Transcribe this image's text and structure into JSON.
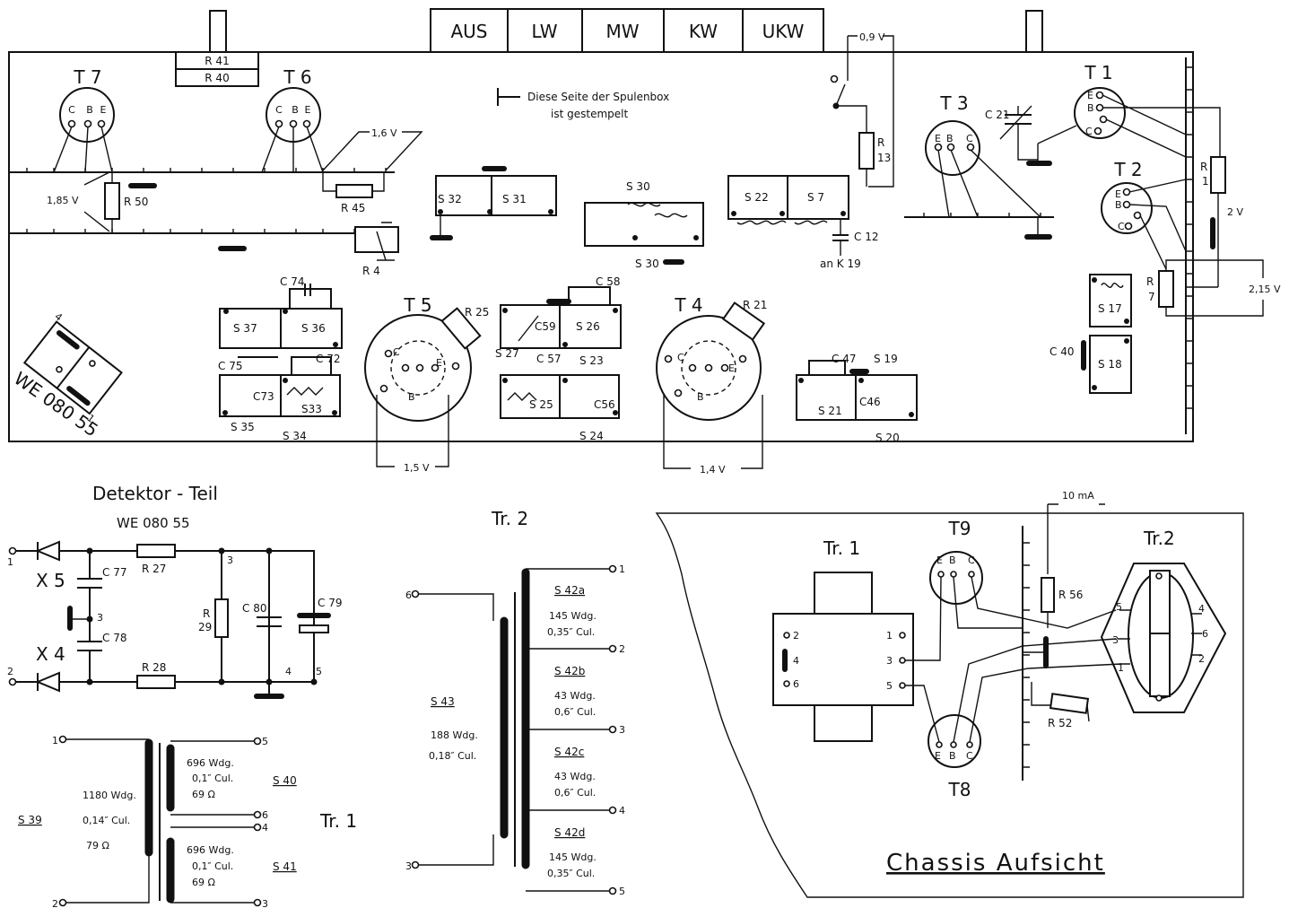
{
  "switch_tabs": [
    "AUS",
    "LW",
    "MW",
    "KW",
    "UKW"
  ],
  "top_resistors": [
    "R 41",
    "R 40"
  ],
  "stamp_note": [
    "Diese Seite der Spulenbox",
    "ist gestempelt"
  ],
  "module_id": "WE 080 55",
  "transistors": [
    "T 7",
    "T 6",
    "T 5",
    "T 4",
    "T 3",
    "T 1",
    "T 2",
    "T9",
    "T8"
  ],
  "pin_letters": {
    "c": "C",
    "b": "B",
    "e": "E"
  },
  "voltages": [
    "0,9 V",
    "1,6 V",
    "1,85 V",
    "2 V",
    "2,15 V",
    "1,5 V",
    "1,4 V",
    "10 mA"
  ],
  "board_parts": {
    "r50": "R 50",
    "r45": "R 45",
    "r4": "R 4",
    "r13a": "R",
    "r13b": "13",
    "r1a": "R",
    "r1b": "1",
    "r7a": "R",
    "r7b": "7",
    "r25": "R 25",
    "r21": "R 21",
    "c21": "C 21",
    "c12": "C 12",
    "an_k19": "an  K 19",
    "c40": "C 40",
    "c74": "C 74",
    "c75": "C 75",
    "c72": "C 72",
    "c73": "C73",
    "c58": "C 58",
    "c59": "C59",
    "c57": "C 57",
    "c56": "C56",
    "c47": "C 47",
    "c46": "C46",
    "s32": "S 32",
    "s31": "S 31",
    "s30a": "S 30",
    "s30b": "S 30",
    "s22": "S 22",
    "s7": "S 7",
    "s37": "S 37",
    "s36": "S 36",
    "s33": "S33",
    "s35": "S 35",
    "s34": "S 34",
    "s27": "S 27",
    "s26": "S 26",
    "s25": "S 25",
    "s23": "S 23",
    "s24": "S 24",
    "s21": "S 21",
    "s19": "S 19",
    "s20": "S 20",
    "s17": "S 17",
    "s18": "S 18"
  },
  "detector": {
    "title": "Detektor - Teil",
    "module": "WE 080 55",
    "x5": "X 5",
    "x4": "X 4",
    "c77": "C 77",
    "c78": "C 78",
    "r27": "R 27",
    "r28": "R 28",
    "r29a": "R",
    "r29b": "29",
    "c80": "C 80",
    "c79": "C 79",
    "pins": [
      "1",
      "2",
      "3",
      "4",
      "4",
      "5"
    ]
  },
  "tr1": {
    "title": "Tr. 1",
    "primary": {
      "name": "S 39",
      "turns": "1180  Wdg.",
      "wire": "0,14″ Cul.",
      "ohm": "79   Ω"
    },
    "sec_a": {
      "name": "S 40",
      "turns": "696  Wdg.",
      "wire": "0,1″ Cul.",
      "ohm": "69   Ω"
    },
    "sec_b": {
      "name": "S 41",
      "turns": "696  Wdg.",
      "wire": "0,1″ Cul.",
      "ohm": "69   Ω"
    },
    "pins": [
      "1",
      "2",
      "5",
      "6",
      "4",
      "3"
    ]
  },
  "tr2": {
    "title": "Tr. 2",
    "primary": {
      "name": "S 43",
      "turns": "188  Wdg.",
      "wire": "0,18″ Cul."
    },
    "windings": [
      {
        "name": "S 42a",
        "turns": "145  Wdg.",
        "wire": "0,35″ Cul."
      },
      {
        "name": "S 42b",
        "turns": "43  Wdg.",
        "wire": "0,6″ Cul."
      },
      {
        "name": "S 42c",
        "turns": "43  Wdg.",
        "wire": "0,6″ Cul."
      },
      {
        "name": "S 42d",
        "turns": "145  Wdg.",
        "wire": "0,35″ Cul."
      }
    ],
    "pins": [
      "6",
      "3",
      "1",
      "2",
      "3",
      "4",
      "5"
    ]
  },
  "chassis": {
    "title": "Chassis  Aufsicht",
    "tr1": "Tr. 1",
    "tr2": "Tr.2",
    "r56": "R 56",
    "r52": "R 52",
    "pins": [
      "2",
      "4",
      "6",
      "1",
      "3",
      "5",
      "5",
      "3",
      "1",
      "4",
      "6",
      "2"
    ]
  }
}
